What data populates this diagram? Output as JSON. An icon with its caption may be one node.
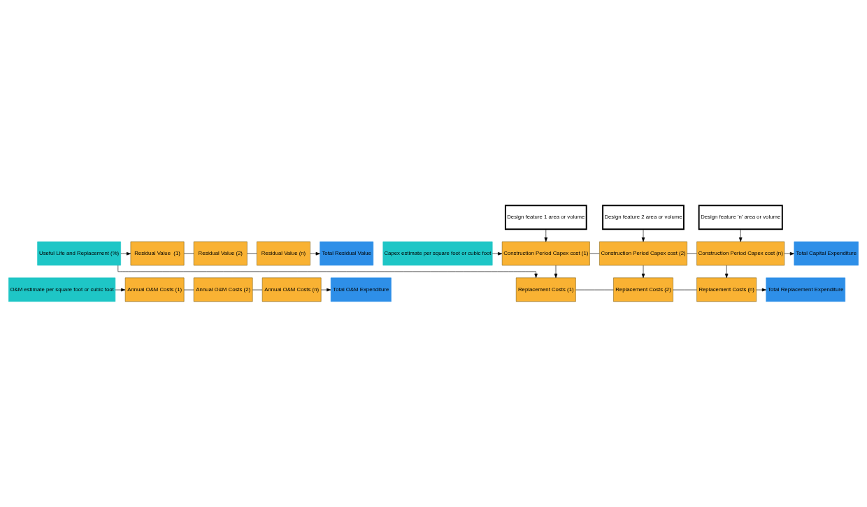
{
  "diagram": {
    "nodes": [
      {
        "text": [
          "Design feature 1 area or volume"
        ]
      },
      {
        "text": [
          "Design feature 2 area or volume"
        ]
      },
      {
        "text": [
          "Design feature 'n' area or volume"
        ]
      },
      {
        "text": [
          "Capex estimate per square foot or cubic foot"
        ]
      },
      {
        "text": [
          "Construction Period Capex cost (1)"
        ]
      },
      {
        "text": [
          "Construction Period Capex cost (2)"
        ]
      },
      {
        "text": [
          "Construction Period Capex cost (n)"
        ]
      },
      {
        "text": [
          "Total Capital Expenditure"
        ]
      },
      {
        "text": [
          "Replacement Costs (1)"
        ]
      },
      {
        "text": [
          "Replacement Costs (2)"
        ]
      },
      {
        "text": [
          "Replacement Costs (n)"
        ]
      },
      {
        "text": [
          "Total Replacement Expenditure"
        ]
      },
      {
        "text": [
          "Useful Life and Replacement (%)"
        ]
      },
      {
        "text": [
          "Residual Value  (1)"
        ]
      },
      {
        "text": [
          "Residual Value (2)"
        ]
      },
      {
        "text": [
          "Residual Value (n)"
        ]
      },
      {
        "text": [
          "Total Residual Value"
        ]
      },
      {
        "text": [
          "O&M estimate per square foot or cubic foot"
        ]
      },
      {
        "text": [
          "Annual O&M Costs (1)"
        ]
      },
      {
        "text": [
          "Annual O&M Costs (2)"
        ]
      },
      {
        "text": [
          "Annual O&M Costs (n)"
        ]
      },
      {
        "text": [
          "Total O&M Expenditure"
        ]
      }
    ],
    "edges": [
      {
        "from": 0,
        "to": 4,
        "arrow": "to"
      },
      {
        "from": 1,
        "to": 5,
        "arrow": "to"
      },
      {
        "from": 2,
        "to": 6,
        "arrow": "to"
      },
      {
        "from": 3,
        "to": 4,
        "arrow": "to"
      },
      {
        "from": 4,
        "to": 5,
        "arrow": "none"
      },
      {
        "from": 5,
        "to": 6,
        "arrow": "none"
      },
      {
        "from": 6,
        "to": 7,
        "arrow": "to"
      },
      {
        "from": 4,
        "to": 8,
        "arrow": "to"
      },
      {
        "from": 5,
        "to": 9,
        "arrow": "to"
      },
      {
        "from": 6,
        "to": 10,
        "arrow": "to"
      },
      {
        "from": 12,
        "to": 8,
        "arrow": "to"
      },
      {
        "from": 8,
        "to": 9,
        "arrow": "none"
      },
      {
        "from": 9,
        "to": 10,
        "arrow": "none"
      },
      {
        "from": 10,
        "to": 11,
        "arrow": "to"
      },
      {
        "from": 12,
        "to": 13,
        "arrow": "to"
      },
      {
        "from": 13,
        "to": 14,
        "arrow": "none"
      },
      {
        "from": 14,
        "to": 15,
        "arrow": "none"
      },
      {
        "from": 15,
        "to": 16,
        "arrow": "to"
      },
      {
        "from": 17,
        "to": 18,
        "arrow": "to"
      },
      {
        "from": 18,
        "to": 19,
        "arrow": "none"
      },
      {
        "from": 19,
        "to": 20,
        "arrow": "none"
      },
      {
        "from": 20,
        "to": 21,
        "arrow": "to"
      }
    ]
  }
}
